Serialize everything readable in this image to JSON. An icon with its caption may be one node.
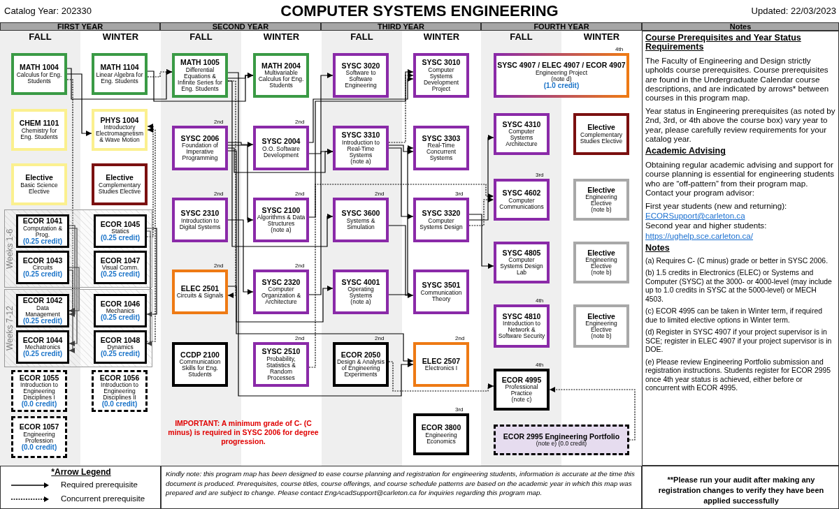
{
  "diagram": {
    "title": "COMPUTER SYSTEMS ENGINEERING",
    "nodes": [
      {
        "text": [
          "MATH 1004",
          "Calculus for Eng. Students"
        ]
      },
      {
        "text": [
          "CHEM 1101",
          "Chemistry for Eng. Students"
        ]
      },
      {
        "text": [
          "Elective",
          "Basic Science Elective"
        ]
      },
      {
        "text": [
          "MATH 1104",
          "Linear Algebra for Eng. Students"
        ]
      },
      {
        "text": [
          "PHYS 1004",
          "Introductory Electromagnetism & Wave Motion"
        ]
      },
      {
        "text": [
          "Elective",
          "Complementary Studies Elective"
        ]
      },
      {
        "text": [
          "Weeks 1-6"
        ]
      },
      {
        "text": [
          "ECOR 1041",
          "Computation & Prog.",
          "(0.25 credit)"
        ],
        "in": 6
      },
      {
        "text": [
          "ECOR 1043",
          "Circuits",
          "(0.25 credit)"
        ],
        "in": 6
      },
      {
        "text": [
          "ECOR 1045",
          "Statics",
          "(0.25 credit)"
        ],
        "in": 6
      },
      {
        "text": [
          "ECOR 1047",
          "Visual Comm.",
          "(0.25 credit)"
        ],
        "in": 6
      },
      {
        "text": [
          "Weeks 7-12"
        ]
      },
      {
        "text": [
          "ECOR 1042",
          "Data Management",
          "(0.25 credit)"
        ],
        "in": 11
      },
      {
        "text": [
          "ECOR 1044",
          "Mechatronics",
          "(0.25 credit)"
        ],
        "in": 11
      },
      {
        "text": [
          "ECOR 1046",
          "Mechanics",
          "(0.25 credit)"
        ],
        "in": 11
      },
      {
        "text": [
          "ECOR 1048",
          "Dynamics",
          "(0.25 credit)"
        ],
        "in": 11
      },
      {
        "text": [
          "ECOR 1055",
          "Introduction to Engineering Disciplines I",
          "(0.0 credit)"
        ]
      },
      {
        "text": [
          "ECOR 1056",
          "Introduction to Engineering Disciplines II",
          "(0.0 credit)"
        ]
      },
      {
        "text": [
          "ECOR 1057",
          "Engineering Profession",
          "(0.0 credit)"
        ]
      },
      {
        "text": [
          "MATH 1005",
          "Differential Equations & Infinite Series for Eng. Students"
        ]
      },
      {
        "text": [
          "MATH 2004",
          "Multivariable Calculus for Eng. Students"
        ]
      },
      {
        "text": [
          "SYSC 2006",
          "Foundation of Imperative Programming"
        ],
        "beside": [
          "2nd"
        ]
      },
      {
        "text": [
          "SYSC 2004",
          "O.O. Software Development"
        ],
        "beside": [
          "2nd"
        ]
      },
      {
        "text": [
          "SYSC 2310",
          "Introduction to Digital Systems"
        ],
        "beside": [
          "2nd"
        ]
      },
      {
        "text": [
          "SYSC 2100",
          "Algorithms & Data Structures",
          "(note a)"
        ],
        "beside": [
          "2nd"
        ]
      },
      {
        "text": [
          "ELEC 2501",
          "Circuits & Signals"
        ],
        "beside": [
          "2nd"
        ]
      },
      {
        "text": [
          "SYSC 2320",
          "Computer Organization & Architecture"
        ],
        "beside": [
          "2nd"
        ]
      },
      {
        "text": [
          "CCDP 2100",
          "Communication Skills for Eng. Students"
        ]
      },
      {
        "text": [
          "SYSC 2510",
          "Probability, Statistics & Random Processes"
        ],
        "beside": [
          "2nd"
        ]
      },
      {
        "text": [
          "SYSC 3020",
          "Software to Software Engineering"
        ]
      },
      {
        "text": [
          "SYSC 3010",
          "Computer Systems Development Project"
        ]
      },
      {
        "text": [
          "SYSC 3310",
          "Introduction to Real-Time Systems",
          "(note a)"
        ]
      },
      {
        "text": [
          "SYSC 3303",
          "Real-Time Concurrent Systems"
        ]
      },
      {
        "text": [
          "SYSC 3600",
          "Systems & Simulation"
        ],
        "beside": [
          "2nd"
        ]
      },
      {
        "text": [
          "SYSC 3320",
          "Computer Systems Design"
        ],
        "beside": [
          "3rd"
        ]
      },
      {
        "text": [
          "SYSC 4001",
          "Operating Systems",
          "(note a)"
        ]
      },
      {
        "text": [
          "SYSC 3501",
          "Communication Theory"
        ]
      },
      {
        "text": [
          "ECOR 2050",
          "Design & Analysis of Engineering Experiments"
        ],
        "beside": [
          "2nd"
        ]
      },
      {
        "text": [
          "ELEC 2507",
          "Electronics I"
        ],
        "beside": [
          "2nd"
        ]
      },
      {
        "text": [
          "ECOR 3800",
          "Engineering Economics"
        ],
        "beside": [
          "3rd"
        ]
      },
      {
        "text": [
          "SYSC 4907 / ELEC 4907 / ECOR 4907",
          "Engineering Project",
          "(note d)",
          "(1.0 credit)"
        ],
        "beside": [
          "4th"
        ]
      },
      {
        "text": [
          "SYSC 4310",
          "Computer Systems Architecture"
        ]
      },
      {
        "text": [
          "Elective",
          "Complementary Studies Elective"
        ]
      },
      {
        "text": [
          "SYSC 4602",
          "Computer Communications"
        ],
        "beside": [
          "3rd"
        ]
      },
      {
        "text": [
          "Elective",
          "Engineering Elective",
          "(note b)"
        ]
      },
      {
        "text": [
          "SYSC 4805",
          "Computer Systems Design Lab"
        ]
      },
      {
        "text": [
          "Elective",
          "Engineering Elective",
          "(note b)"
        ]
      },
      {
        "text": [
          "SYSC 4810",
          "Introduction to Network & Software Security"
        ],
        "beside": [
          "4th"
        ]
      },
      {
        "text": [
          "Elective",
          "Engineering Elective",
          "(note b)"
        ]
      },
      {
        "text": [
          "ECOR 4995",
          "Professional Practice",
          "(note c)"
        ],
        "beside": [
          "4th"
        ]
      },
      {
        "text": [
          "ECOR 2995 Engineering Portfolio",
          "(note e) (0.0 credit)"
        ]
      }
    ],
    "edges": [
      {
        "from": 0,
        "to": 19,
        "arrow": "to"
      },
      {
        "from": 3,
        "to": 20,
        "arrow": "to"
      },
      {
        "from": 0,
        "to": 4,
        "arrow": "to"
      },
      {
        "from": 3,
        "to": 19,
        "arrow": "to",
        "style": "dashed"
      },
      {
        "from": 0,
        "to": 12,
        "arrow": "to",
        "style": "dashed"
      },
      {
        "from": 7,
        "to": 12,
        "arrow": "to"
      },
      {
        "from": 7,
        "to": 13,
        "arrow": "to"
      },
      {
        "from": 8,
        "to": 12,
        "arrow": "to"
      },
      {
        "from": 8,
        "to": 13,
        "arrow": "to"
      },
      {
        "from": 9,
        "to": 4,
        "arrow": "to",
        "style": "dashed"
      },
      {
        "from": 15,
        "to": 4,
        "arrow": "to",
        "style": "dashed"
      },
      {
        "from": 9,
        "to": 14,
        "arrow": "to"
      },
      {
        "from": 9,
        "to": 15,
        "arrow": "to"
      },
      {
        "from": 19,
        "to": 20,
        "arrow": "to"
      },
      {
        "from": 19,
        "to": 25,
        "arrow": "to",
        "style": "dashed"
      },
      {
        "from": 21,
        "to": 22,
        "arrow": "to"
      },
      {
        "from": 21,
        "to": 24,
        "arrow": "to"
      },
      {
        "from": 21,
        "to": 31,
        "arrow": "to"
      },
      {
        "from": 21,
        "to": 35,
        "arrow": "to"
      },
      {
        "from": 22,
        "to": 29,
        "arrow": "to"
      },
      {
        "from": 22,
        "to": 30,
        "arrow": "to"
      },
      {
        "from": 24,
        "to": 30,
        "arrow": "to"
      },
      {
        "from": 23,
        "to": 26,
        "arrow": "to"
      },
      {
        "from": 26,
        "to": 31,
        "arrow": "to"
      },
      {
        "from": 19,
        "to": 33,
        "arrow": "to"
      },
      {
        "from": 31,
        "to": 30,
        "arrow": "to",
        "style": "dashed"
      },
      {
        "from": 31,
        "to": 32,
        "arrow": "to"
      },
      {
        "from": 31,
        "to": 34,
        "arrow": "to"
      },
      {
        "from": 35,
        "to": 32,
        "arrow": "to"
      },
      {
        "from": 33,
        "to": 36,
        "arrow": "to"
      },
      {
        "from": 25,
        "to": 38,
        "arrow": "to"
      },
      {
        "from": 19,
        "to": 38,
        "arrow": "to"
      },
      {
        "from": 34,
        "to": 41,
        "arrow": "to"
      },
      {
        "from": 28,
        "to": 43,
        "arrow": "to",
        "style": "dashed"
      },
      {
        "from": 34,
        "to": 43,
        "arrow": "to",
        "style": "dashed"
      },
      {
        "from": 34,
        "to": 45,
        "arrow": "to"
      },
      {
        "from": 37,
        "to": 49,
        "arrow": "to",
        "style": "dashed"
      },
      {
        "from": 50,
        "to": 49,
        "arrow": "to",
        "style": "dashed"
      }
    ],
    "labels": [
      "Catalog Year: 202330",
      "Updated: 22/03/2023",
      "FIRST YEAR",
      "SECOND YEAR",
      "THIRD YEAR",
      "FOURTH YEAR",
      "Notes",
      "FALL",
      "WINTER",
      "FALL",
      "WINTER",
      "FALL",
      "WINTER",
      "FALL",
      "WINTER",
      "Course Prerequisites and Year Status Requirements",
      "The Faculty of Engineering and Design strictly upholds course prerequisites. Course prerequisites are found in the Undergraduate Calendar course descriptions, and are indicated by arrows* between courses in this program map.",
      "Year status in Engineering prerequisites (as noted by 2nd, 3rd, or 4th above the course box) vary year to year, please carefully review requirements for your catalog year.",
      "Academic Advising",
      "Obtaining regular academic advising and support for course planning is essential for engineering students who are “off-pattern” from their program map. Contact your program advisor:",
      "First year students (new and returning):",
      "ECORSupport@carleton.ca",
      "Second year and higher students:",
      "https://ughelp.sce.carleton.ca/",
      "Notes",
      "(a) Requires C- (C minus) grade or better in SYSC 2006.",
      "(b) 1.5 credits in Electronics (ELEC) or Systems and Computer (SYSC) at the 3000- or 4000-level (may include up to 1.0 credits in SYSC at the 5000-level) or MECH 4503.",
      "(c) ECOR 4995 can be taken in Winter term, if required due to limited elective options in Winter term.",
      "(d) Register in SYSC 4907 if your project supervisor is in SCE; register in ELEC 4907 if your project supervisor is in DOE.",
      "(e) Please review Engineering Portfolio submission and registration instructions. Students register for ECOR 2995 once 4th year status is achieved, either before or concurrent with ECOR 4995.",
      "IMPORTANT: A minimum grade of C- (C minus) is required in SYSC 2006  for degree progression.",
      "*Arrow Legend",
      "Kindly note: this program map has been designed to ease course planning and registration for engineering students, information is accurate at the time this document is produced. Prerequisites, course titles, course offerings, and course schedule patterns are based on the academic year in which this map was prepared and are subject to change. Please contact EngAcadSupport@carleton.ca for inquiries regarding this program map.",
      "**Please run your audit after making any registration changes to verify they have been applied successfully"
    ],
    "legend": [
      {
        "text": "Required prerequisite"
      },
      {
        "text": "Concurrent prerequisite"
      }
    ]
  }
}
